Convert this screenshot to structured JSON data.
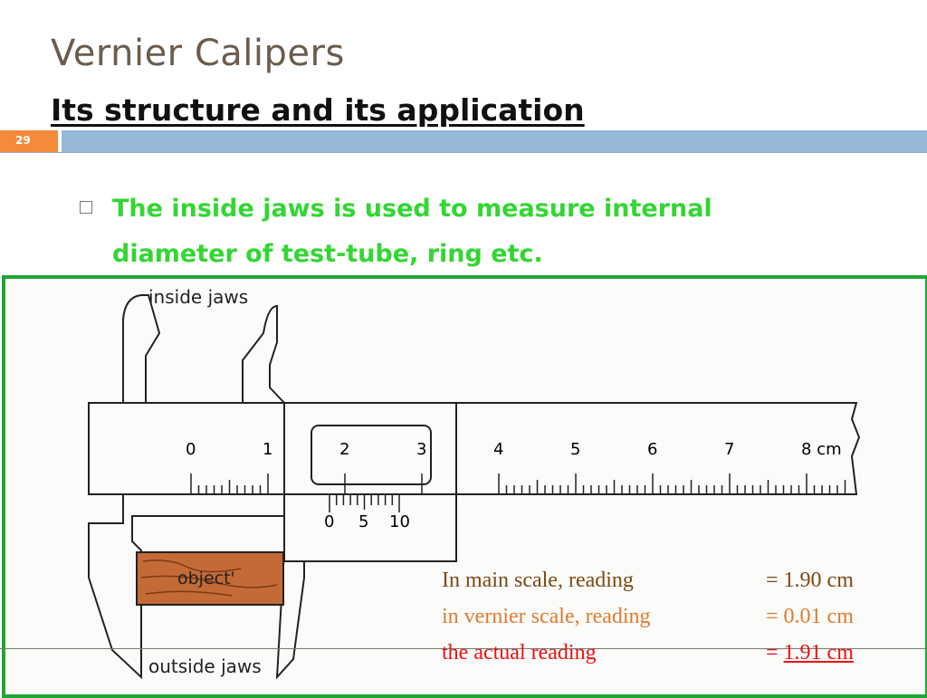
{
  "slide": {
    "title": "Vernier Calipers",
    "subtitle": "Its structure and its application",
    "number": "29"
  },
  "bullet": {
    "line1": "The inside jaws is used to measure internal",
    "line2": "diameter of test-tube, ring etc."
  },
  "diagram": {
    "label_inside_jaws": "inside jaws",
    "label_outside_jaws": "outside jaws",
    "label_object": "object'",
    "main_scale_numbers": [
      "0",
      "1",
      "2",
      "3",
      "4",
      "5",
      "6",
      "7",
      "8 cm"
    ],
    "vernier_numbers": [
      "0",
      "5",
      "10"
    ]
  },
  "readings": {
    "main_label": "In main scale, reading",
    "main_value": "= 1.90 cm",
    "vernier_label": "in vernier scale, reading",
    "vernier_value": "= 0.01 cm",
    "actual_label": "the actual reading",
    "actual_eq": "= ",
    "actual_value": "1.91 cm"
  },
  "colors": {
    "bullet_text": "#33d633",
    "figure_border": "#21a536",
    "band_orange": "#f58a3a",
    "band_blue": "#94b8d6",
    "reading_main": "#7a4a14",
    "reading_vernier": "#e07a2e",
    "reading_actual": "#e11111"
  }
}
